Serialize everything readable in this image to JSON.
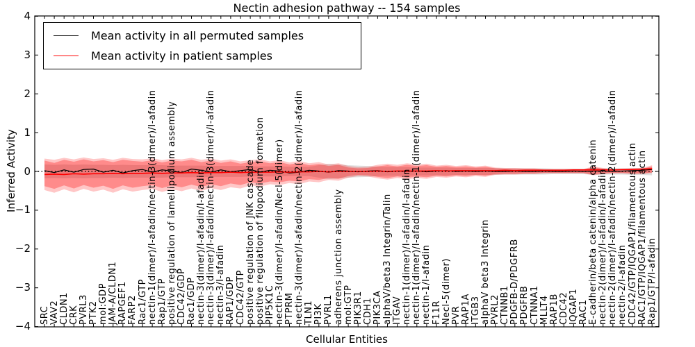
{
  "title": "Nectin adhesion pathway -- 154 samples",
  "axes": {
    "x_label": "Cellular Entities",
    "y_label": "Inferred Activity",
    "y_ticks": [
      "4",
      "3",
      "2",
      "1",
      "0",
      "−1",
      "−2",
      "−3",
      "−4"
    ]
  },
  "legend": {
    "items": [
      {
        "label": "Mean activity in all permuted samples",
        "color": "#000000"
      },
      {
        "label": "Mean activity in patient samples",
        "color": "#ff0000"
      }
    ]
  },
  "chart_data": {
    "type": "line",
    "title": "Nectin adhesion pathway -- 154 samples",
    "xlabel": "Cellular Entities",
    "ylabel": "Inferred Activity",
    "ylim": [
      -4,
      4
    ],
    "grid": false,
    "legend_position": "upper left",
    "zero_line": "dotted",
    "categories": [
      "SRC",
      "VAV2",
      "CLDN1",
      "CRK",
      "PVRL3",
      "PTK2",
      "mol:GDP",
      "JAM-A/CLDN1",
      "RAPGEF1",
      "FARP2",
      "Rac1/GTP",
      "nectin-1(dimer)/I-afadin/nectin-3(dimer)/I-afadin",
      "Rap1/GTP",
      "positive regulation of lamellipodium assembly",
      "CDC42/GDP",
      "Rac1/GDP",
      "nectin-3(dimer)/I-afadin/I-afadin",
      "nectin-3(dimer)/I-afadin/nectin-3(dimer)/I-afadin",
      "nectin-3/I-afadin",
      "RAP1/GDP",
      "CDC42/GTP",
      "positive regulation of JNK cascade",
      "positive regulation of filopodium formation",
      "PIP5K1C",
      "nectin-3(dimer)/I-afadin/Necl-5(dimer)",
      "PTPRM",
      "nectin-3(dimer)/I-afadin/nectin-2(dimer)/I-afadin",
      "TLN1",
      "PI3K",
      "PVRL1",
      "adherens junction assembly",
      "mol:GTP",
      "PIK3R1",
      "CDH1",
      "PIK3CA",
      "alphaV/beta3 Integrin/Talin",
      "ITGAV",
      "nectin-1(dimer)/I-afadin/I-afadin",
      "nectin-1(dimer)/I-afadin/nectin-1(dimer)/I-afadin",
      "nectin-1/I-afadin",
      "F11R",
      "Necl-5(dimer)",
      "PVR",
      "RAP1A",
      "ITGB3",
      "alphaV beta3 Integrin",
      "PVRL2",
      "CTNNB1",
      "PDGFB-D/PDGFRB",
      "PDGFRB",
      "CTNNA1",
      "MLLT4",
      "RAP1B",
      "CDC42",
      "IQGAP1",
      "RAC1",
      "E-cadherin/beta catenin/alpha catenin",
      "nectin-2(dimer)/I-afadin/I-afadin",
      "nectin-2(dimer)/I-afadin/nectin-2(dimer)/I-afadin",
      "nectin-2/I-afadin",
      "CDC42/GTP/IQGAP1/filamentous actin",
      "RAC1/GTP/IQGAP1/filamentous actin",
      "Rap1/GTP/I-afadin"
    ],
    "series": [
      {
        "name": "Mean activity in all permuted samples",
        "color": "#000000",
        "width": 1.2,
        "values": [
          0.02,
          -0.03,
          0.04,
          -0.02,
          0.05,
          0.06,
          -0.02,
          0.03,
          -0.04,
          0.02,
          0.05,
          -0.02,
          0.04,
          0.01,
          -0.03,
          0.06,
          0.03,
          -0.02,
          0.04,
          -0.01,
          0.02,
          0.05,
          -0.02,
          0.03,
          0.01,
          -0.04,
          -0.02,
          0.03,
          0.01,
          -0.02,
          0.02,
          0.01,
          -0.01,
          0.01,
          0.02,
          -0.01,
          0.01,
          0.0,
          0.01,
          -0.01,
          0.01,
          0.02,
          0.0,
          0.01,
          0.0,
          0.01,
          0.0,
          0.0,
          0.01,
          0.0,
          0.0,
          0.01,
          0.0,
          0.0,
          0.01,
          0.0,
          0.01,
          0.01,
          0.0,
          0.01,
          0.02,
          0.03,
          0.05
        ]
      },
      {
        "name": "Mean activity in patient samples",
        "color": "#ff0000",
        "width": 1.6,
        "values": [
          -0.08,
          -0.07,
          -0.08,
          -0.06,
          -0.07,
          -0.06,
          -0.06,
          -0.05,
          -0.06,
          -0.05,
          -0.05,
          -0.04,
          -0.05,
          -0.04,
          -0.04,
          -0.03,
          -0.04,
          -0.03,
          -0.03,
          -0.02,
          -0.03,
          -0.02,
          -0.02,
          -0.02,
          -0.01,
          -0.02,
          -0.01,
          -0.01,
          0.0,
          -0.01,
          0.0,
          0.0,
          0.0,
          0.0,
          0.01,
          0.0,
          0.01,
          0.01,
          0.01,
          0.01,
          0.02,
          0.01,
          0.02,
          0.02,
          0.02,
          0.02,
          0.02,
          0.03,
          0.02,
          0.03,
          0.03,
          0.03,
          0.03,
          0.03,
          0.04,
          0.04,
          0.04,
          0.04,
          0.04,
          0.05,
          0.05,
          0.06,
          0.07
        ]
      }
    ],
    "bands": [
      {
        "name": "permuted-samples-band",
        "color": "rgba(128,128,128,0.25)",
        "upper": [
          0.18,
          0.17,
          0.18,
          0.17,
          0.18,
          0.17,
          0.17,
          0.16,
          0.17,
          0.16,
          0.16,
          0.16,
          0.16,
          0.15,
          0.15,
          0.15,
          0.15,
          0.14,
          0.14,
          0.14,
          0.14,
          0.13,
          0.13,
          0.13,
          0.13,
          0.12,
          0.12,
          0.12,
          0.16,
          0.2,
          0.18,
          0.16,
          0.15,
          0.14,
          0.12,
          0.11,
          0.11,
          0.11,
          0.1,
          0.1,
          0.1,
          0.1,
          0.09,
          0.09,
          0.09,
          0.09,
          0.09,
          0.08,
          0.08,
          0.08,
          0.08,
          0.08,
          0.07,
          0.07,
          0.07,
          0.07,
          0.09,
          0.08,
          0.08,
          0.08,
          0.09,
          0.09,
          0.1
        ],
        "lower": [
          -0.18,
          -0.17,
          -0.18,
          -0.17,
          -0.18,
          -0.17,
          -0.17,
          -0.16,
          -0.17,
          -0.16,
          -0.16,
          -0.16,
          -0.16,
          -0.15,
          -0.15,
          -0.15,
          -0.15,
          -0.14,
          -0.14,
          -0.14,
          -0.14,
          -0.13,
          -0.13,
          -0.13,
          -0.13,
          -0.12,
          -0.12,
          -0.12,
          -0.16,
          -0.2,
          -0.18,
          -0.16,
          -0.15,
          -0.14,
          -0.12,
          -0.11,
          -0.11,
          -0.11,
          -0.1,
          -0.1,
          -0.1,
          -0.1,
          -0.09,
          -0.09,
          -0.09,
          -0.09,
          -0.09,
          -0.08,
          -0.08,
          -0.08,
          -0.08,
          -0.08,
          -0.07,
          -0.07,
          -0.07,
          -0.07,
          -0.09,
          -0.08,
          -0.08,
          -0.08,
          -0.09,
          -0.09,
          -0.1
        ]
      },
      {
        "name": "patient-samples-band-outer",
        "color": "rgba(255,0,0,0.22)",
        "upper": [
          0.33,
          0.3,
          0.35,
          0.31,
          0.36,
          0.32,
          0.34,
          0.3,
          0.35,
          0.32,
          0.31,
          0.34,
          0.29,
          0.33,
          0.31,
          0.35,
          0.3,
          0.33,
          0.28,
          0.31,
          0.26,
          0.29,
          0.31,
          0.26,
          0.29,
          0.23,
          0.27,
          0.21,
          0.24,
          0.18,
          0.21,
          0.14,
          0.11,
          0.12,
          0.17,
          0.2,
          0.17,
          0.21,
          0.18,
          0.2,
          0.15,
          0.17,
          0.14,
          0.16,
          0.13,
          0.15,
          0.1,
          0.09,
          0.09,
          0.08,
          0.08,
          0.06,
          0.06,
          0.06,
          0.06,
          0.06,
          0.13,
          0.09,
          0.06,
          0.06,
          0.08,
          0.09,
          0.16
        ],
        "lower": [
          -0.48,
          -0.55,
          -0.46,
          -0.54,
          -0.45,
          -0.52,
          -0.47,
          -0.55,
          -0.46,
          -0.52,
          -0.48,
          -0.45,
          -0.53,
          -0.46,
          -0.51,
          -0.44,
          -0.5,
          -0.43,
          -0.48,
          -0.41,
          -0.44,
          -0.36,
          -0.39,
          -0.33,
          -0.35,
          -0.3,
          -0.33,
          -0.26,
          -0.28,
          -0.22,
          -0.24,
          -0.16,
          -0.12,
          -0.13,
          -0.18,
          -0.21,
          -0.17,
          -0.2,
          -0.17,
          -0.19,
          -0.14,
          -0.16,
          -0.13,
          -0.15,
          -0.12,
          -0.14,
          -0.09,
          -0.08,
          -0.08,
          -0.07,
          -0.07,
          -0.05,
          -0.05,
          -0.05,
          -0.05,
          -0.05,
          -0.1,
          -0.07,
          -0.05,
          -0.05,
          -0.07,
          -0.07,
          -0.04
        ]
      },
      {
        "name": "patient-samples-band-inner",
        "color": "rgba(255,0,0,0.3)",
        "upper": [
          0.28,
          0.22,
          0.3,
          0.25,
          0.31,
          0.26,
          0.29,
          0.24,
          0.3,
          0.27,
          0.25,
          0.29,
          0.23,
          0.28,
          0.26,
          0.3,
          0.24,
          0.28,
          0.22,
          0.26,
          0.2,
          0.24,
          0.26,
          0.21,
          0.24,
          0.18,
          0.22,
          0.16,
          0.19,
          0.14,
          0.17,
          0.1,
          0.08,
          0.09,
          0.13,
          0.16,
          0.13,
          0.17,
          0.14,
          0.16,
          0.12,
          0.14,
          0.11,
          0.13,
          0.1,
          0.12,
          0.08,
          0.07,
          0.07,
          0.06,
          0.06,
          0.05,
          0.05,
          0.05,
          0.05,
          0.05,
          0.11,
          0.07,
          0.05,
          0.05,
          0.06,
          0.07,
          0.13
        ],
        "lower": [
          -0.38,
          -0.45,
          -0.36,
          -0.44,
          -0.35,
          -0.42,
          -0.37,
          -0.45,
          -0.36,
          -0.42,
          -0.38,
          -0.35,
          -0.43,
          -0.36,
          -0.41,
          -0.34,
          -0.4,
          -0.33,
          -0.38,
          -0.31,
          -0.35,
          -0.28,
          -0.31,
          -0.26,
          -0.28,
          -0.24,
          -0.26,
          -0.2,
          -0.22,
          -0.17,
          -0.19,
          -0.12,
          -0.09,
          -0.1,
          -0.14,
          -0.17,
          -0.13,
          -0.16,
          -0.13,
          -0.15,
          -0.11,
          -0.13,
          -0.1,
          -0.12,
          -0.09,
          -0.11,
          -0.07,
          -0.06,
          -0.06,
          -0.05,
          -0.05,
          -0.04,
          -0.04,
          -0.04,
          -0.04,
          -0.04,
          -0.08,
          -0.05,
          -0.04,
          -0.04,
          -0.05,
          -0.05,
          -0.03
        ]
      }
    ]
  }
}
